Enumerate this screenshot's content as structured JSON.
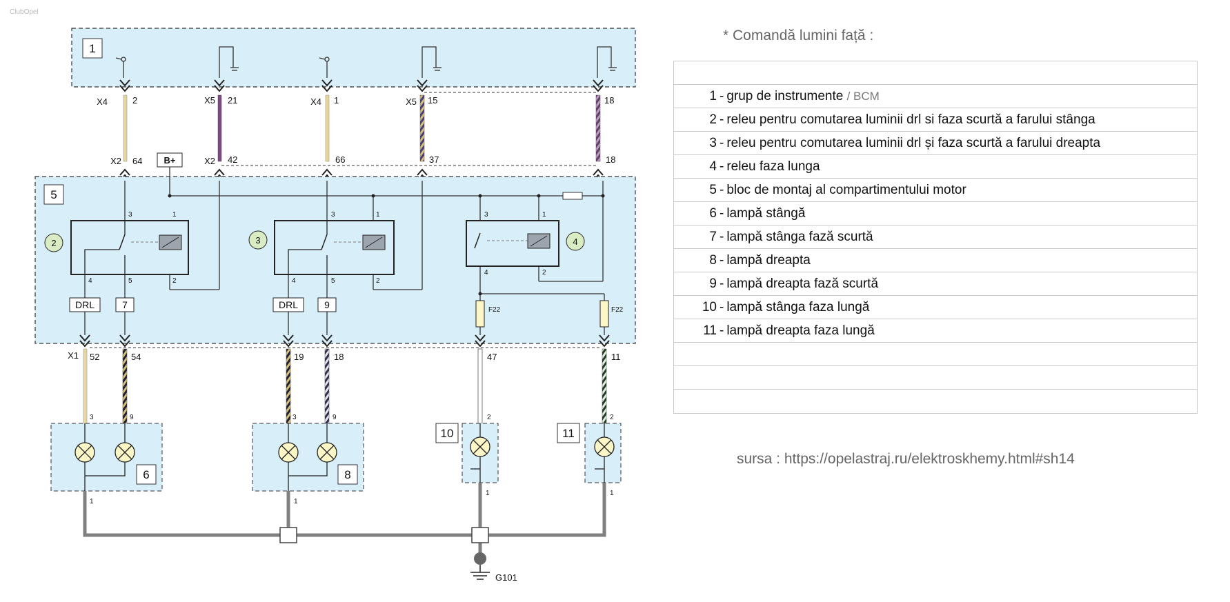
{
  "watermark": "ClubOpel",
  "title": "* Comandă lumini față :",
  "legend": [
    {
      "num": "",
      "text": "",
      "note": ""
    },
    {
      "num": "1",
      "text": "grup de instrumente",
      "note": "/ BCM"
    },
    {
      "num": "2",
      "text": "releu pentru comutarea luminii drl si faza scurtă a farului stânga",
      "note": ""
    },
    {
      "num": "3",
      "text": "releu pentru comutarea luminii drl și faza scurtă a farului dreapta",
      "note": ""
    },
    {
      "num": "4",
      "text": "releu faza lunga",
      "note": ""
    },
    {
      "num": "5",
      "text": "bloc de montaj al compartimentului motor",
      "note": ""
    },
    {
      "num": "6",
      "text": "lampă stângă",
      "note": ""
    },
    {
      "num": "7",
      "text": "lampă stânga fază scurtă",
      "note": ""
    },
    {
      "num": "8",
      "text": "lampă dreapta",
      "note": ""
    },
    {
      "num": "9",
      "text": "lampă dreapta fază scurtă",
      "note": ""
    },
    {
      "num": "10",
      "text": "lampă stânga faza lungă",
      "note": ""
    },
    {
      "num": "11",
      "text": "lampă dreapta faza lungă",
      "note": ""
    },
    {
      "num": "",
      "text": "",
      "note": ""
    },
    {
      "num": "",
      "text": "",
      "note": ""
    },
    {
      "num": "",
      "text": "",
      "note": ""
    }
  ],
  "source": "sursa : https://opelastraj.ru/elektroskhemy.html#sh14",
  "diagram": {
    "box_labels": [
      "1",
      "5",
      "6",
      "8",
      "10",
      "11"
    ],
    "relay_labels": [
      "2",
      "3",
      "4"
    ],
    "connector_x4": "X4",
    "connector_x5": "X5",
    "connector_x2": "X2",
    "connector_x1": "X1",
    "bplus": "B+",
    "drl": "DRL",
    "fuse": "F22",
    "ground": "G101",
    "fuse_label_7": "7",
    "fuse_label_9": "9",
    "pins_top": [
      "2",
      "21",
      "1",
      "15",
      "18"
    ],
    "pins_x2": [
      "64",
      "42",
      "66",
      "37",
      "18"
    ],
    "pins_x1": [
      "52",
      "54",
      "19",
      "18",
      "47",
      "11"
    ],
    "relay_pins": [
      "3",
      "1",
      "4",
      "5",
      "2"
    ],
    "lamp_pins": [
      "3",
      "9",
      "2",
      "1"
    ],
    "colors": {
      "panel_fill": "#d8eef8",
      "wire_yellow": "#e8d79a",
      "wire_purple": "#7a4a80",
      "wire_dark": "#2a2a3a",
      "wire_green": "#2e4a2e",
      "ground_wire": "#808080"
    }
  }
}
